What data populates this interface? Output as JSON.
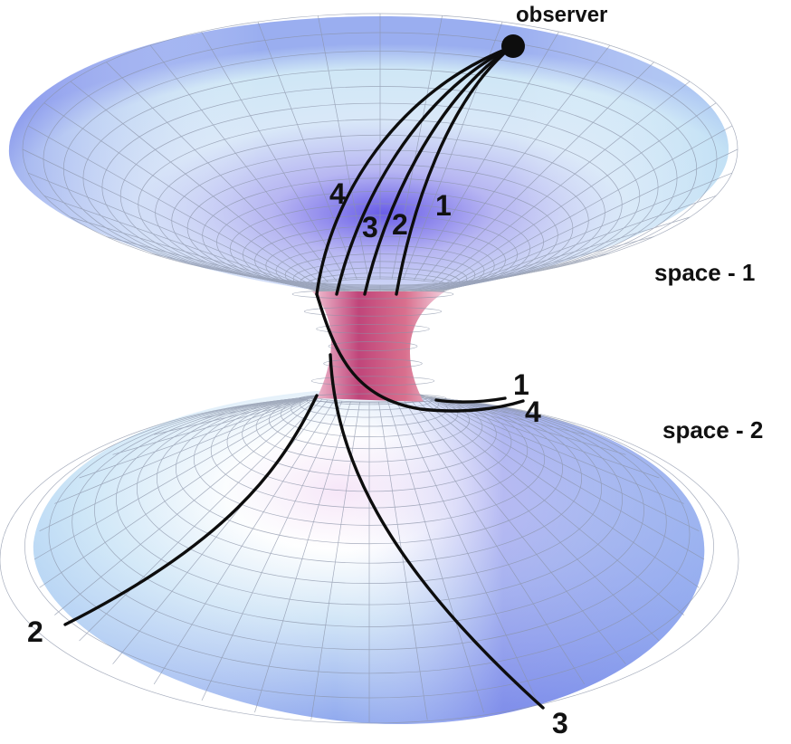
{
  "observer_label": "observer",
  "space_labels": {
    "upper": "space - 1",
    "lower": "space - 2"
  },
  "upper_path_labels": [
    "4",
    "3",
    "2",
    "1"
  ],
  "throat_path_labels": [
    "1",
    "4"
  ],
  "lower_path_labels": [
    "2",
    "3"
  ],
  "colors": {
    "surface_light": "#e8f4fb",
    "surface_blue": "#7f8cf0",
    "throat": "#c2457a",
    "path": "#0d0d0d"
  }
}
